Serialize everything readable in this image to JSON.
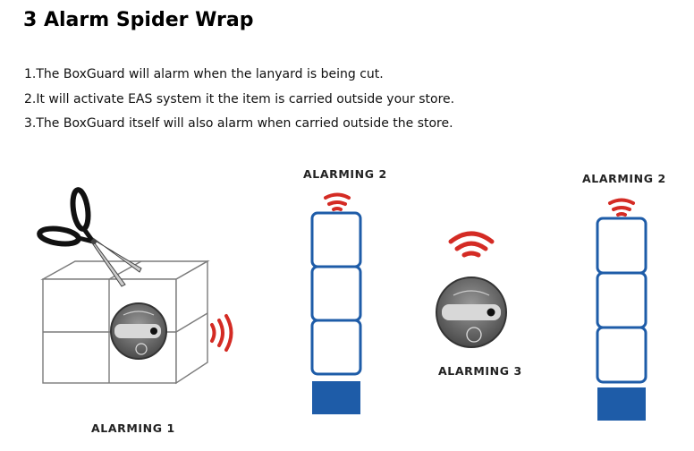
{
  "title": "3 Alarm Spider Wrap",
  "rules": [
    "1.The BoxGuard will alarm when the lanyard is being cut.",
    "2.It will activate EAS system it the item is carried outside your store.",
    "3.The BoxGuard itself will also alarm when carried outside the store."
  ],
  "labels": {
    "alarming_1": "ALARMING 1",
    "alarming_2_left": "ALARMING 2",
    "alarming_3": "ALARMING 3",
    "alarming_2_right": "ALARMING 2"
  },
  "colors": {
    "alarm_red": "#d42b24",
    "gate_blue": "#1e5ca8"
  },
  "icons": [
    "scissors-icon",
    "box-icon",
    "boxguard-device-icon",
    "alarm-waves-icon",
    "eas-gate-icon"
  ]
}
